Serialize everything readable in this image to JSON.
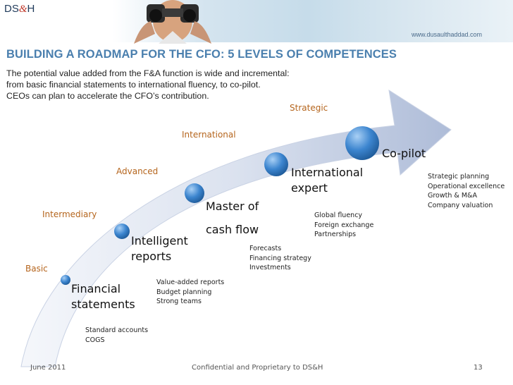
{
  "header": {
    "logo_left": "DS",
    "logo_amp": "&",
    "logo_right": "H",
    "url": "www.dusaulthaddad.com"
  },
  "slide": {
    "title": "BUILDING A ROADMAP FOR THE CFO: 5 LEVELS OF COMPETENCES",
    "subtitle_lines": [
      "The potential value added from the F&A function is wide and incremental:",
      "from basic financial statements to international fluency, to co-pilot.",
      "CEOs can plan to accelerate the CFO’s contribution."
    ]
  },
  "levels": {
    "basic": "Basic",
    "intermediary": "Intermediary",
    "advanced": "Advanced",
    "international": "International",
    "strategic": "Strategic"
  },
  "stages": {
    "s1": [
      "Financial",
      "statements"
    ],
    "s2": [
      "Intelligent",
      "reports"
    ],
    "s3": [
      "Master of",
      "cash flow"
    ],
    "s4": [
      "International",
      "expert"
    ],
    "s5": [
      "Co-pilot"
    ]
  },
  "details": {
    "d1": [
      "Standard accounts",
      "COGS"
    ],
    "d2": [
      "Value-added reports",
      "Budget planning",
      "Strong teams"
    ],
    "d3": [
      "Forecasts",
      "Financing strategy",
      "Investments"
    ],
    "d4": [
      "Global fluency",
      "Foreign exchange",
      "Partnerships"
    ],
    "d5": [
      "Strategic planning",
      "Operational excellence",
      "Growth & M&A",
      "Company valuation"
    ]
  },
  "footer": {
    "date": "June 2011",
    "center": "Confidential and Proprietary to DS&H",
    "page": "13"
  },
  "colors": {
    "title_blue": "#4a7fae",
    "level_orange": "#b5651d",
    "arrow_light": "#eef2f8",
    "arrow_dark": "#b7c3dc",
    "node_blue": "#2d6fb3"
  }
}
